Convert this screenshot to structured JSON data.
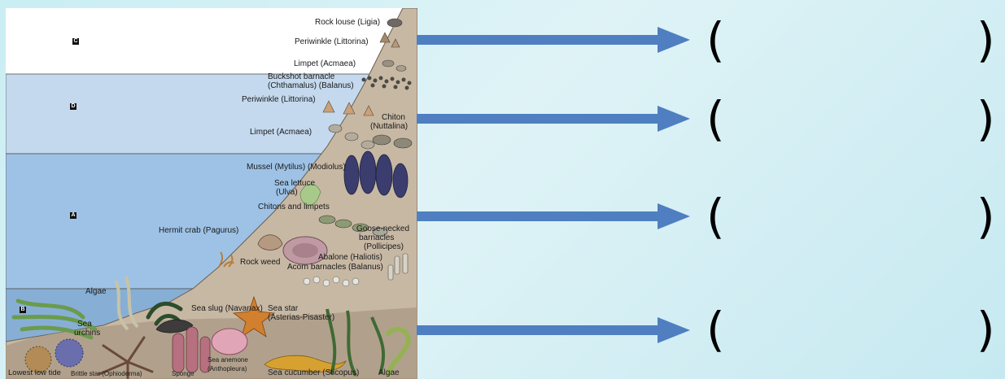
{
  "colors": {
    "zone_c": "#ffffff",
    "zone_d": "#c4d9ee",
    "zone_a": "#9ec2e6",
    "zone_b": "#87afd6",
    "rock": "#c7b8a4",
    "arrow": "#4f7fc1"
  },
  "zones": [
    {
      "letter": "C"
    },
    {
      "letter": "D"
    },
    {
      "letter": "A"
    },
    {
      "letter": "B"
    }
  ],
  "labels": {
    "rock_louse": "Rock louse (Ligia)",
    "periwinkle_1": "Periwinkle (Littorina)",
    "limpet_1": "Limpet (Acmaea)",
    "buckshot_1": "Buckshot barnacle",
    "buckshot_2": "(Chthamalus) (Balanus)",
    "periwinkle_2": "Periwinkle (Littorina)",
    "chiton_1": "Chiton",
    "chiton_2": "(Nuttalina)",
    "limpet_2": "Limpet (Acmaea)",
    "mussel": "Mussel (Mytilus) (Modiolus)",
    "sea_lettuce_1": "Sea lettuce",
    "sea_lettuce_2": "(Ulva)",
    "chitons_limpets": "Chitons and limpets",
    "hermit_crab": "Hermit crab (Pagurus)",
    "goose_1": "Goose-necked",
    "goose_2": "barnacles",
    "goose_3": "(Pollicipes)",
    "abalone": "Abalone (Haliotis)",
    "rock_weed": "Rock weed",
    "acorn": "Acorn  barnacles (Balanus)",
    "algae_1": "Algae",
    "sea_urchins_1": "Sea",
    "sea_urchins_2": "urchins",
    "sea_slug": "Sea slug (Navanax)",
    "sea_star_1": "Sea star",
    "sea_star_2": "(Asterias-Pisaster)",
    "lowest_tide": "Lowest low tide",
    "brittle_star": "Brittle star (Ophioderma)",
    "sponge": "Sponge",
    "anemone_1": "Sea anemone",
    "anemone_2": "(Anthopleura)",
    "sea_cucumber": "Sea cucumber (Sticopus)",
    "algae_2": "Algae"
  },
  "answers": [
    {
      "open": "(",
      "close": ")"
    },
    {
      "open": "(",
      "close": ")"
    },
    {
      "open": "(",
      "close": ")"
    },
    {
      "open": "(",
      "close": ")"
    }
  ]
}
